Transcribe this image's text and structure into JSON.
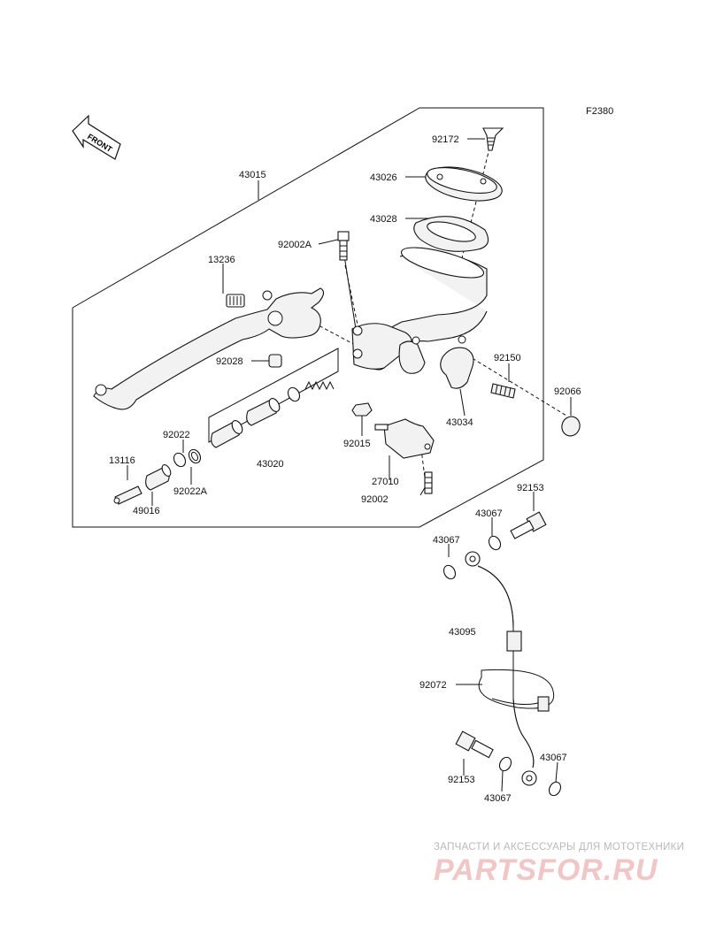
{
  "figure_code": "F2380",
  "front_label": "FRONT",
  "parts": {
    "p92172": "92172",
    "p43026": "43026",
    "p43028": "43028",
    "p43015": "43015",
    "p92002A": "92002A",
    "p13236": "13236",
    "p92028": "92028",
    "p92150": "92150",
    "p92066": "92066",
    "p43034": "43034",
    "p92022": "92022",
    "p13116": "13116",
    "p92022A": "92022A",
    "p49016": "49016",
    "p43020": "43020",
    "p92015": "92015",
    "p27010": "27010",
    "p92002": "92002",
    "p92153_top": "92153",
    "p43067_a": "43067",
    "p43067_b": "43067",
    "p43095": "43095",
    "p92072": "92072",
    "p92153_bottom": "92153",
    "p43067_c": "43067",
    "p43067_d": "43067"
  },
  "watermark": {
    "tagline": "ЗАПЧАСТИ И АКСЕССУАРЫ ДЛЯ МОТОТЕХНИКИ",
    "brand": "PARTSFOR.RU",
    "brand_color": "#e06060"
  }
}
